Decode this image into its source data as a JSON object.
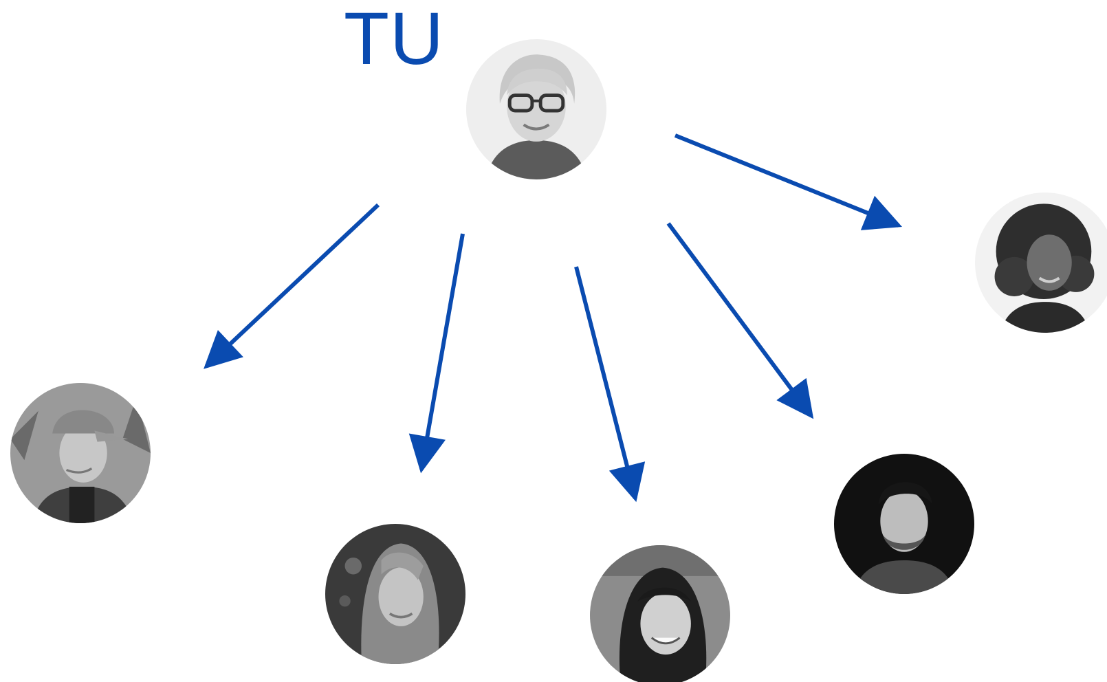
{
  "diagram": {
    "label": "TU",
    "accent_color": "#0a4bb0",
    "people": [
      {
        "id": "you",
        "tone": "light",
        "hair": "light-short",
        "glasses": true
      },
      {
        "id": "person-1",
        "tone": "dark-bg",
        "hair": "curly-dark",
        "glasses": false
      },
      {
        "id": "person-2",
        "tone": "mid",
        "hair": "cap",
        "glasses": false
      },
      {
        "id": "person-3",
        "tone": "dark-bg",
        "hair": "long-light",
        "glasses": false
      },
      {
        "id": "person-4",
        "tone": "mid",
        "hair": "long-dark",
        "glasses": false
      },
      {
        "id": "person-5",
        "tone": "dark-bg",
        "hair": "short-dark",
        "glasses": false
      }
    ]
  }
}
